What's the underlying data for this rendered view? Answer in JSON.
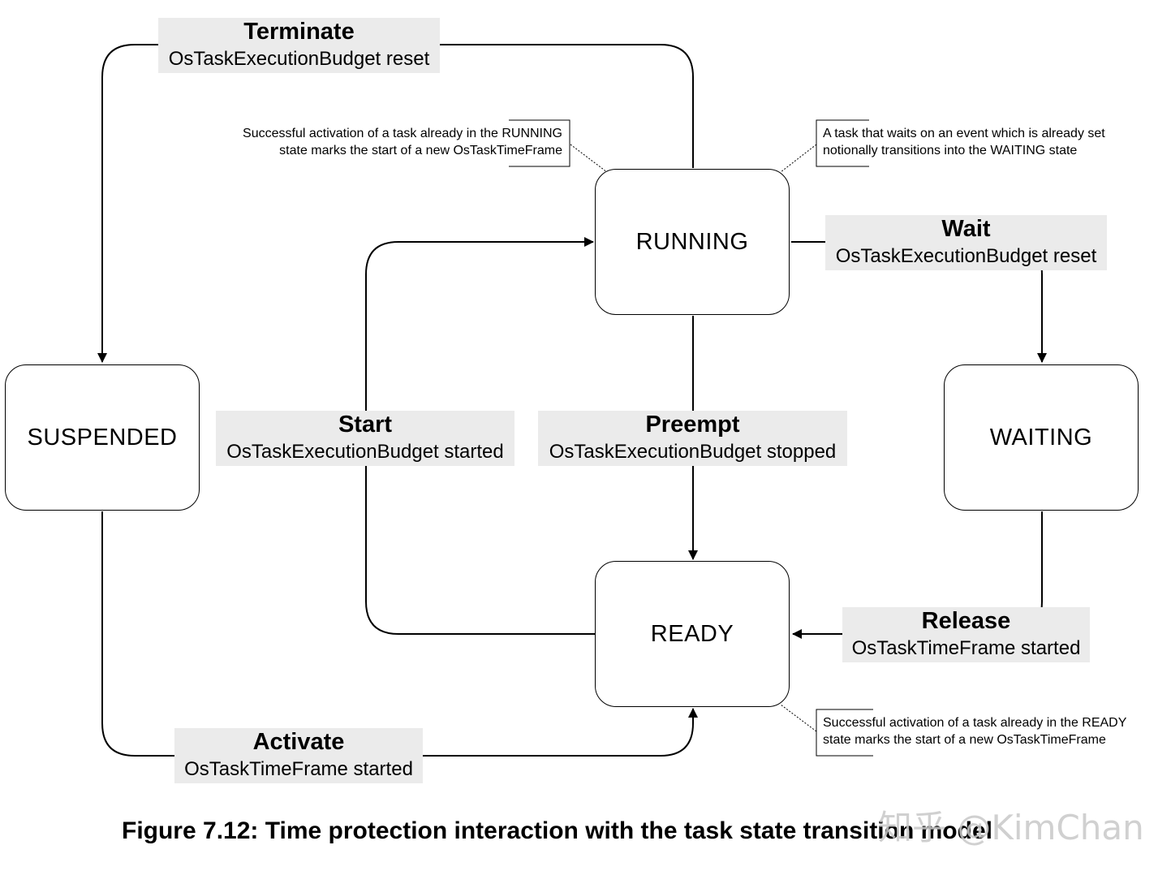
{
  "states": {
    "running": "RUNNING",
    "suspended": "SUSPENDED",
    "waiting": "WAITING",
    "ready": "READY"
  },
  "transitions": {
    "terminate": {
      "event": "Terminate",
      "action": "OsTaskExecutionBudget reset"
    },
    "wait": {
      "event": "Wait",
      "action": "OsTaskExecutionBudget reset"
    },
    "start": {
      "event": "Start",
      "action": "OsTaskExecutionBudget started"
    },
    "preempt": {
      "event": "Preempt",
      "action": "OsTaskExecutionBudget stopped"
    },
    "release": {
      "event": "Release",
      "action": "OsTaskTimeFrame started"
    },
    "activate": {
      "event": "Activate",
      "action": "OsTaskTimeFrame started"
    }
  },
  "notes": {
    "running_activation": {
      "line1": "Successful activation of a task already in the RUNNING",
      "line2": "state marks the start of a new OsTaskTimeFrame"
    },
    "wait_event_set": {
      "line1": "A task that waits on an event which is already set",
      "line2": "notionally transitions into the WAITING state"
    },
    "ready_activation": {
      "line1": "Successful activation of a task already in the READY",
      "line2": "state marks the start of a new OsTaskTimeFrame"
    }
  },
  "caption": "Figure 7.12: Time protection interaction with the task state transition model",
  "watermark": "知乎 @KimChan",
  "colors": {
    "line": "#000000",
    "label_bg": "#ebebeb",
    "watermark": "#c8c8c8"
  }
}
